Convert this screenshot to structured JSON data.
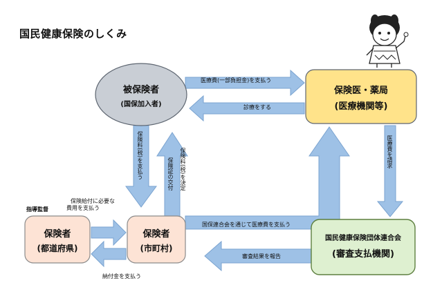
{
  "title": "国民健康保険のしくみ",
  "colors": {
    "arrow": "#9ec1e6",
    "arrow_border": "#7aa3d0",
    "oval_fill": "#c9ced5",
    "yellow": "#ffe38a",
    "green": "#def0d0",
    "peach": "#fde3d5",
    "box_border": "#6b8f4a"
  },
  "nodes": {
    "insured": {
      "line1": "被保険者",
      "line2": "(国保加入者)"
    },
    "medical": {
      "line1": "保険医・薬局",
      "line2": "(医療機関等)"
    },
    "prefecture": {
      "line1": "保険者",
      "line2": "(都道府県)"
    },
    "municipality": {
      "line1": "保険者",
      "line2": "(市町村)"
    },
    "federation": {
      "line1": "国民健康保険団体連合会",
      "line2": "(審査支払機関)"
    }
  },
  "labels": {
    "copay": "医療費(一部負担金)を支払う",
    "treatment": "診療をする",
    "claim": "医療費を請求",
    "pay_premium": "保険料(税)を支払う",
    "issue_card": "保険証の交付",
    "decide_premium": "保険料(税)を決定",
    "supervision": "指導監督",
    "benefit_cost_line1": "保険給付に必要な",
    "benefit_cost_line2": "費用を支払う",
    "via_federation": "国保連合会を通じて医療費を支払う",
    "review_report": "審査結果を報告",
    "contribution": "納付金を支払う"
  }
}
